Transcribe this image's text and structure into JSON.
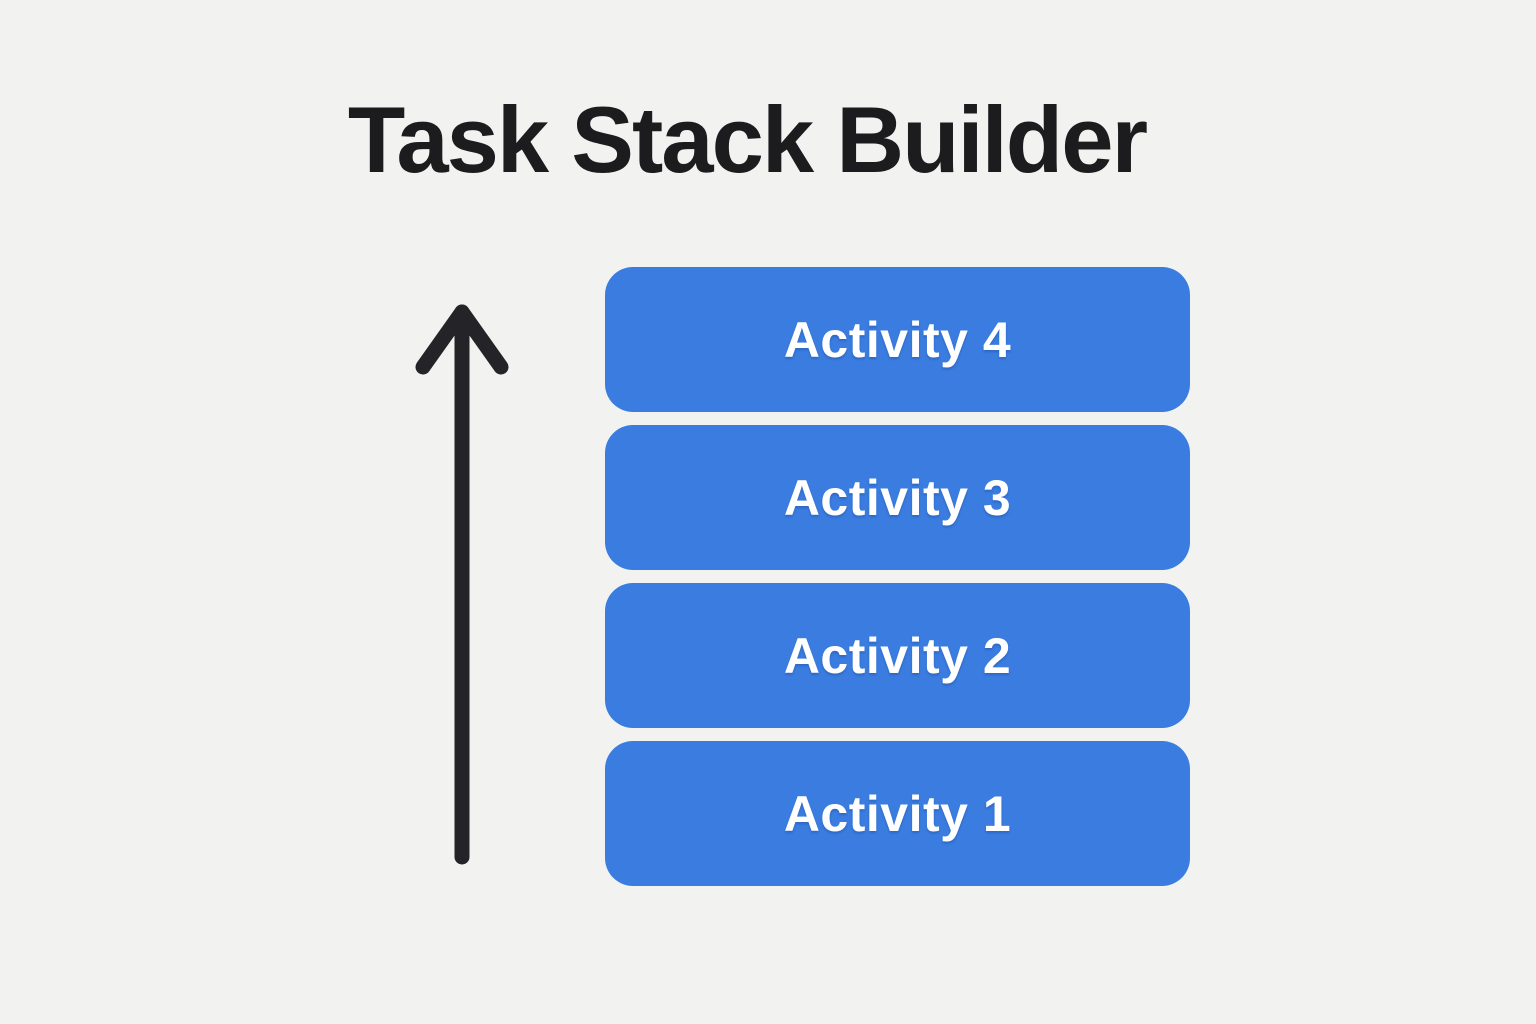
{
  "page": {
    "title": "Task Stack Builder"
  },
  "colors": {
    "background": "#F2F2F1",
    "activity_blue": "#3A7CE0",
    "activity_text": "#FFFFFF",
    "arrow_black": "#242428",
    "title_text": "#1C1C1E"
  },
  "arrow": {
    "icon": "arrow-up",
    "direction": "up"
  },
  "stack": {
    "items": [
      {
        "label": "Activity 4"
      },
      {
        "label": "Activity 3"
      },
      {
        "label": "Activity 2"
      },
      {
        "label": "Activity 1"
      }
    ]
  }
}
